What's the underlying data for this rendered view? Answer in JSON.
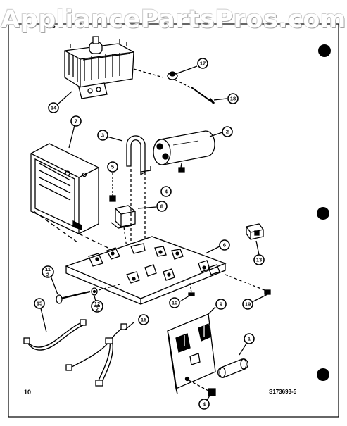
{
  "watermark": {
    "text": "AppliancePartsPros.com"
  },
  "footer": {
    "page_number": "10",
    "diagram_code": "S173693-5"
  },
  "callouts": [
    {
      "id": "c14",
      "label": "14"
    },
    {
      "id": "c17",
      "label": "17"
    },
    {
      "id": "c18",
      "label": "18"
    },
    {
      "id": "c7",
      "label": "7"
    },
    {
      "id": "c3",
      "label": "3"
    },
    {
      "id": "c2",
      "label": "2"
    },
    {
      "id": "c5",
      "label": "5"
    },
    {
      "id": "c4a",
      "label": "4"
    },
    {
      "id": "c8",
      "label": "8"
    },
    {
      "id": "c6",
      "label": "6"
    },
    {
      "id": "c13",
      "label": "13"
    },
    {
      "id": "c11",
      "label": "11",
      "sub": "2"
    },
    {
      "id": "c12",
      "label": "12",
      "sub": "2"
    },
    {
      "id": "c10",
      "label": "10"
    },
    {
      "id": "c19",
      "label": "19"
    },
    {
      "id": "c9",
      "label": "9"
    },
    {
      "id": "c15",
      "label": "15"
    },
    {
      "id": "c16",
      "label": "16"
    },
    {
      "id": "c1",
      "label": "1"
    },
    {
      "id": "c4b",
      "label": "4"
    }
  ]
}
